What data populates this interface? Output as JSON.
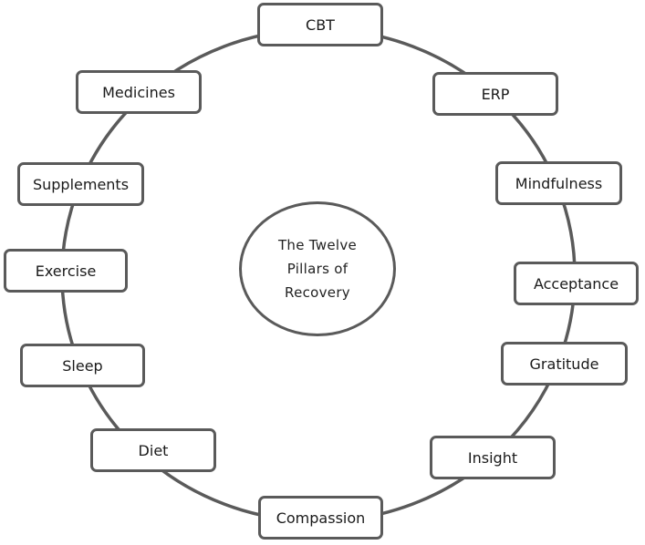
{
  "center": {
    "line1": "The Twelve",
    "line2": "Pillars of",
    "line3": "Recovery"
  },
  "pillars": [
    "CBT",
    "ERP",
    "Mindfulness",
    "Acceptance",
    "Gratitude",
    "Insight",
    "Compassion",
    "Diet",
    "Sleep",
    "Exercise",
    "Supplements",
    "Medicines"
  ],
  "colors": {
    "stroke": "#5a5a5a",
    "text": "#1a1a1a",
    "background": "#ffffff"
  }
}
